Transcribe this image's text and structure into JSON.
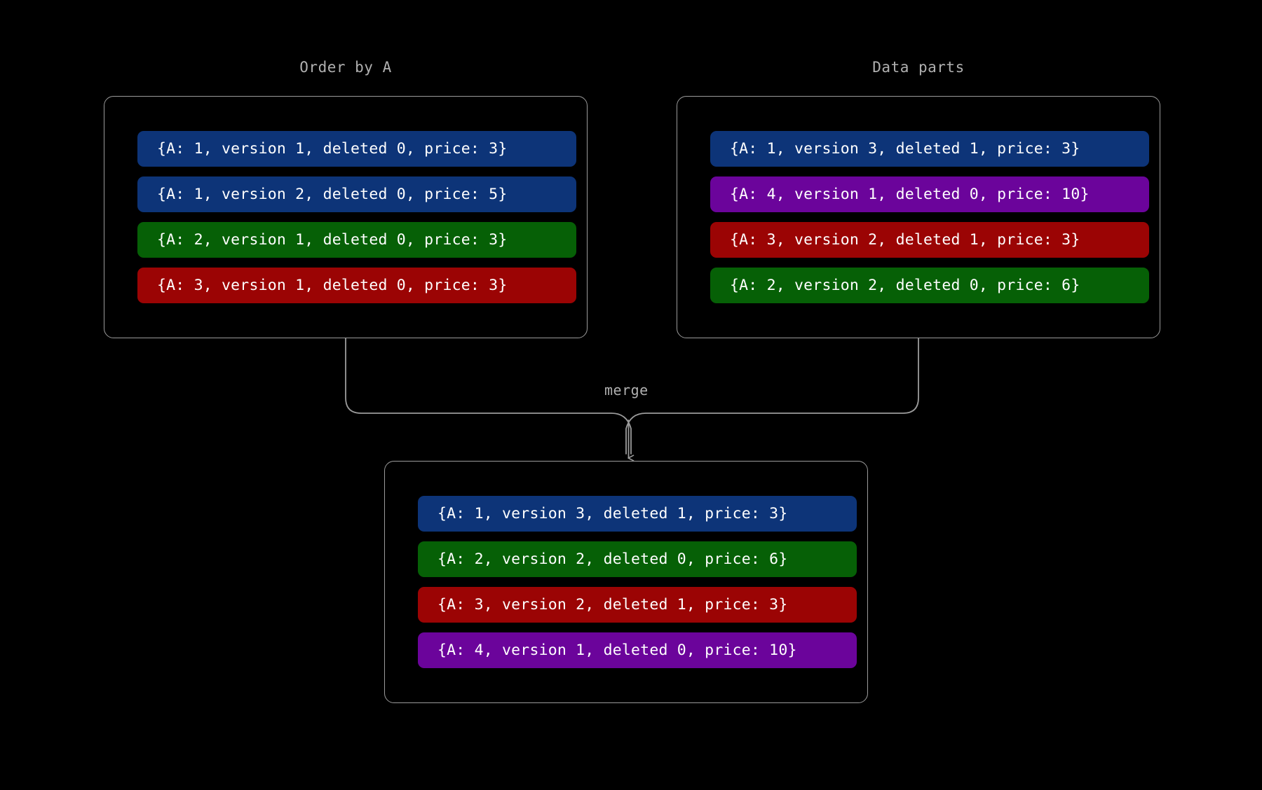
{
  "background_color": "#000000",
  "line_color": "#9b9b9b",
  "label_color": "#b0b0b0",
  "row_text_color": "#ffffff",
  "palette": {
    "blue": "#0d3478",
    "green": "#066006",
    "red": "#9b0404",
    "purple": "#6b049b"
  },
  "panels": {
    "order_by_a": {
      "title": "Order by A",
      "rows": [
        {
          "text": "{A: 1, version 1, deleted 0, price: 3}",
          "color": "#0d3478",
          "color_name": "blue",
          "A": 1,
          "version": 1,
          "deleted": 0,
          "price": 3
        },
        {
          "text": "{A: 1, version 2, deleted 0, price: 5}",
          "color": "#0d3478",
          "color_name": "blue",
          "A": 1,
          "version": 2,
          "deleted": 0,
          "price": 5
        },
        {
          "text": "{A: 2, version 1, deleted 0, price: 3}",
          "color": "#066006",
          "color_name": "green",
          "A": 2,
          "version": 1,
          "deleted": 0,
          "price": 3
        },
        {
          "text": "{A: 3, version 1, deleted 0, price: 3}",
          "color": "#9b0404",
          "color_name": "red",
          "A": 3,
          "version": 1,
          "deleted": 0,
          "price": 3
        }
      ]
    },
    "data_parts": {
      "title": "Data parts",
      "rows": [
        {
          "text": "{A: 1, version 3, deleted 1, price: 3}",
          "color": "#0d3478",
          "color_name": "blue",
          "A": 1,
          "version": 3,
          "deleted": 1,
          "price": 3
        },
        {
          "text": "{A: 4, version 1, deleted 0, price: 10}",
          "color": "#6b049b",
          "color_name": "purple",
          "A": 4,
          "version": 1,
          "deleted": 0,
          "price": 10
        },
        {
          "text": "{A: 3, version 2, deleted 1, price: 3}",
          "color": "#9b0404",
          "color_name": "red",
          "A": 3,
          "version": 2,
          "deleted": 1,
          "price": 3
        },
        {
          "text": "{A: 2, version 2, deleted 0, price: 6}",
          "color": "#066006",
          "color_name": "green",
          "A": 2,
          "version": 2,
          "deleted": 0,
          "price": 6
        }
      ]
    },
    "merged": {
      "title": "",
      "rows": [
        {
          "text": "{A: 1, version 3, deleted 1, price: 3}",
          "color": "#0d3478",
          "color_name": "blue",
          "A": 1,
          "version": 3,
          "deleted": 1,
          "price": 3
        },
        {
          "text": "{A: 2, version 2, deleted 0, price: 6}",
          "color": "#066006",
          "color_name": "green",
          "A": 2,
          "version": 2,
          "deleted": 0,
          "price": 6
        },
        {
          "text": "{A: 3, version 2, deleted 1, price: 3}",
          "color": "#9b0404",
          "color_name": "red",
          "A": 3,
          "version": 2,
          "deleted": 1,
          "price": 3
        },
        {
          "text": "{A: 4, version 1, deleted 0, price: 10}",
          "color": "#6b049b",
          "color_name": "purple",
          "A": 4,
          "version": 1,
          "deleted": 0,
          "price": 10
        }
      ]
    }
  },
  "connector": {
    "label": "merge",
    "arrow_icon": "arrow-down-icon"
  }
}
